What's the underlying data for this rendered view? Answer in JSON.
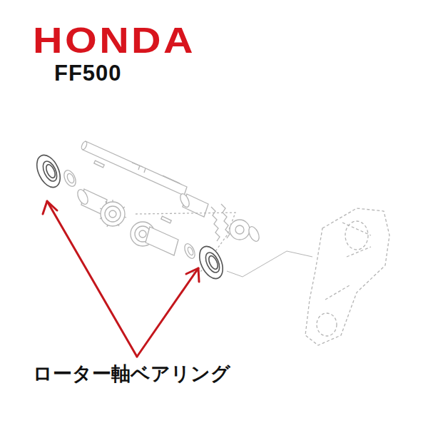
{
  "diagram": {
    "labels": [
      "HONDA",
      "FF500",
      "ローター軸ベアリング"
    ]
  }
}
